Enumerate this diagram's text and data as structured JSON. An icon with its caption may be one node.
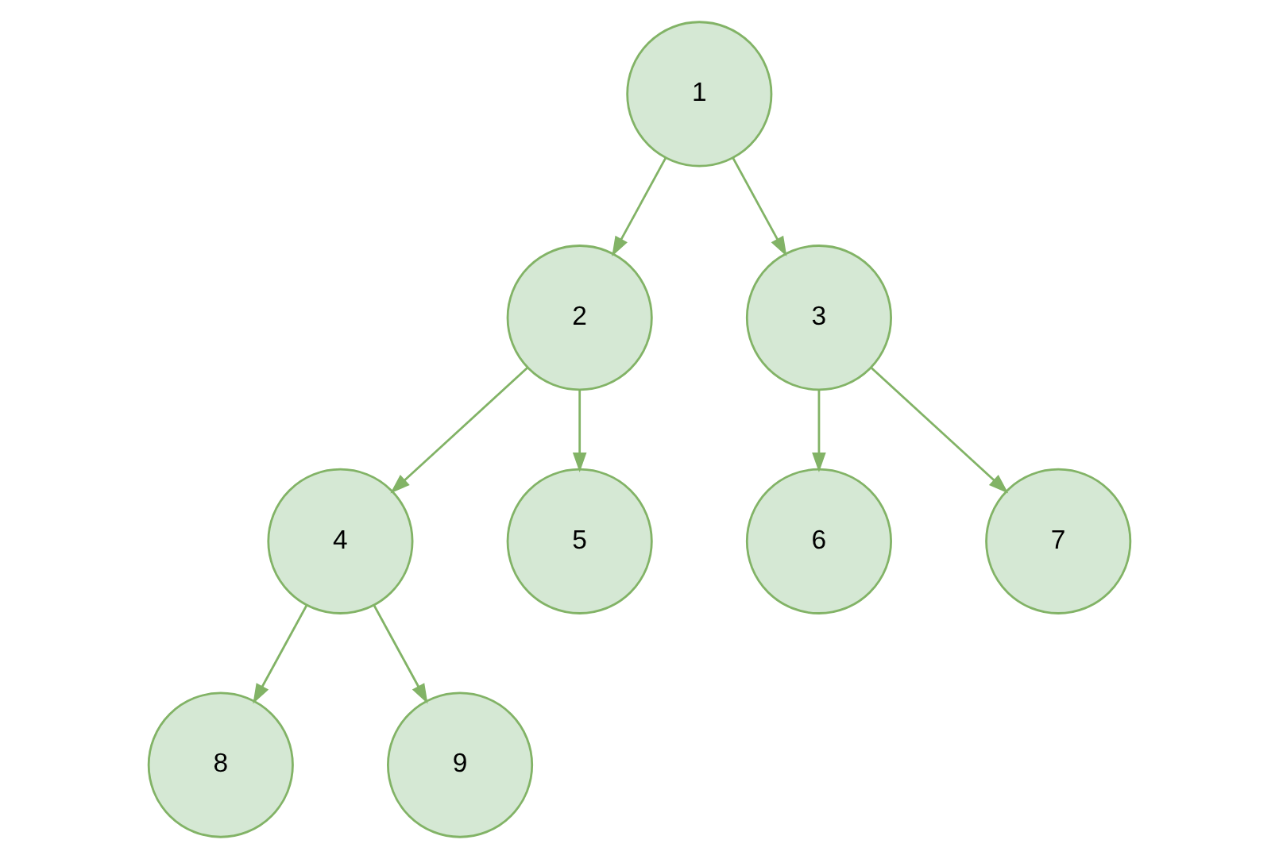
{
  "diagram": {
    "nodes": [
      {
        "text": [
          "1"
        ]
      },
      {
        "text": [
          "2"
        ]
      },
      {
        "text": [
          "3"
        ]
      },
      {
        "text": [
          "4"
        ]
      },
      {
        "text": [
          "5"
        ]
      },
      {
        "text": [
          "6"
        ]
      },
      {
        "text": [
          "7"
        ]
      },
      {
        "text": [
          "8"
        ]
      },
      {
        "text": [
          "9"
        ]
      }
    ],
    "edges": [
      {
        "from": 0,
        "to": 1,
        "arrow": "to"
      },
      {
        "from": 0,
        "to": 2,
        "arrow": "to"
      },
      {
        "from": 1,
        "to": 3,
        "arrow": "to"
      },
      {
        "from": 1,
        "to": 4,
        "arrow": "to"
      },
      {
        "from": 2,
        "to": 5,
        "arrow": "to"
      },
      {
        "from": 2,
        "to": 6,
        "arrow": "to"
      },
      {
        "from": 3,
        "to": 7,
        "arrow": "to"
      },
      {
        "from": 3,
        "to": 8,
        "arrow": "to"
      }
    ]
  }
}
